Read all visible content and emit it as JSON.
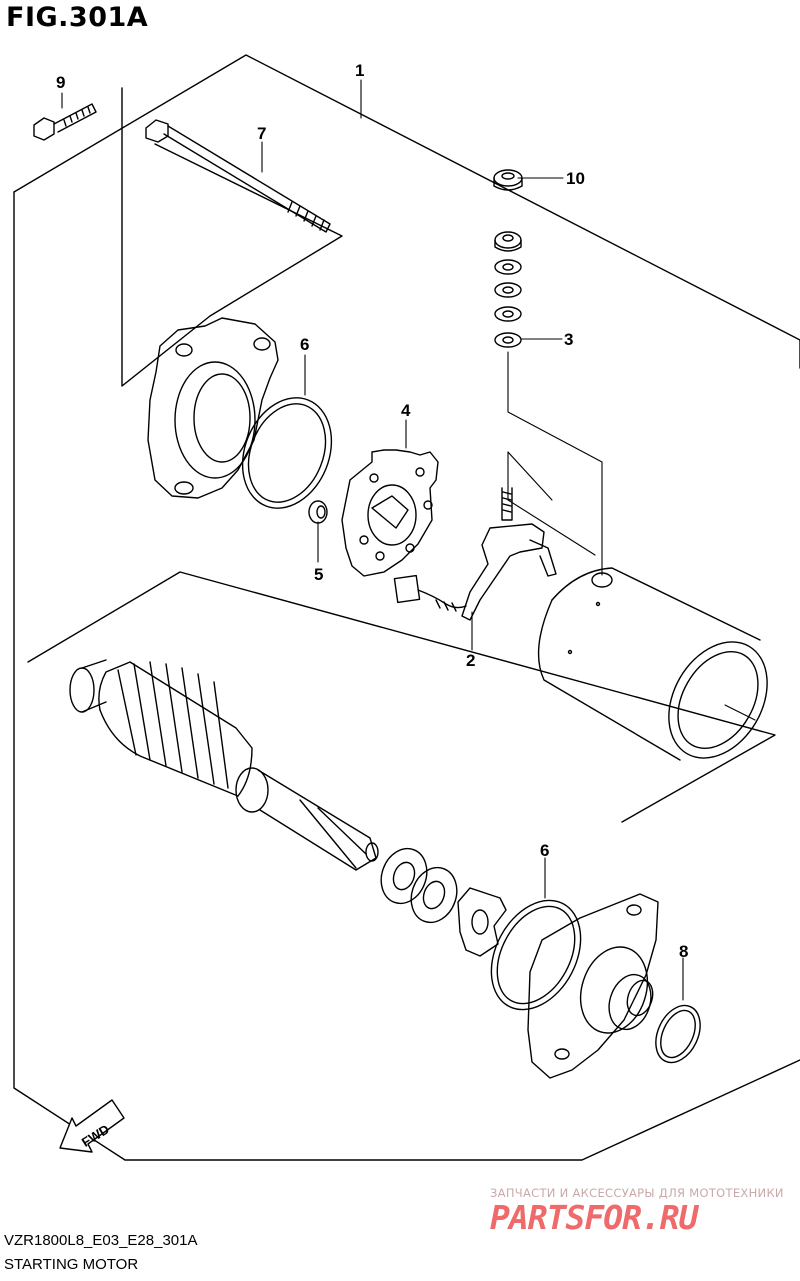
{
  "figure": {
    "title": "FIG.301A"
  },
  "part_labels": [
    "1",
    "2",
    "3",
    "4",
    "5",
    "6",
    "6",
    "7",
    "8",
    "9",
    "10"
  ],
  "fwd_label": "FWD",
  "footer": {
    "code": "VZR1800L8_E03_E28_301A",
    "caption": "STARTING MOTOR"
  },
  "watermark": {
    "tagline": "ЗАПЧАСТИ И АКСЕССУАРЫ ДЛЯ МОТОТЕХНИКИ",
    "logo": "PARTSFOR.RU"
  }
}
